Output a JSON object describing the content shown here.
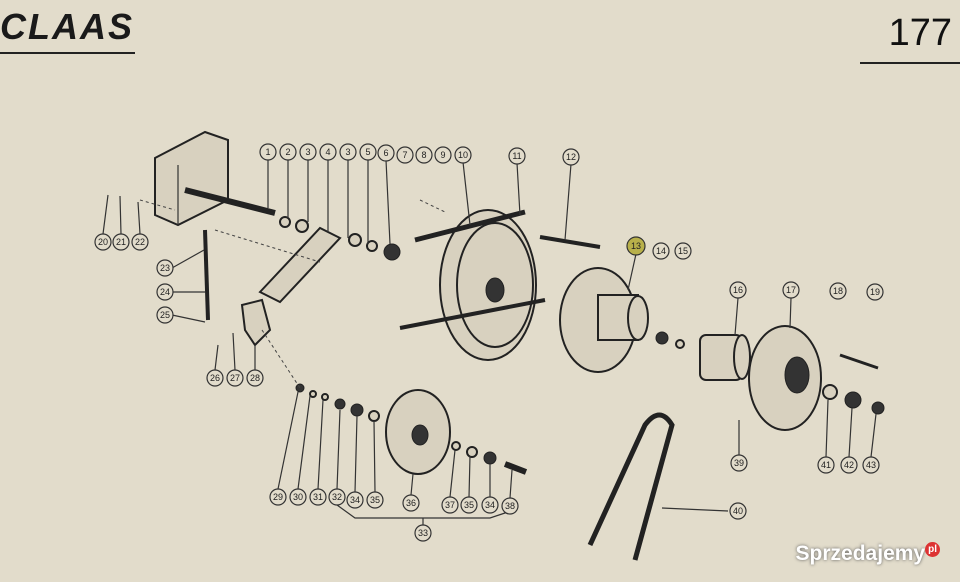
{
  "header": {
    "brand": "CLAAS",
    "page_number": "177"
  },
  "watermark": {
    "text": "Sprzedajemy",
    "suffix": "pl"
  },
  "part_labels": [
    "1",
    "2",
    "3",
    "4",
    "3",
    "5",
    "6",
    "7",
    "8",
    "9",
    "10",
    "11",
    "12",
    "13",
    "14",
    "15",
    "16",
    "17",
    "18",
    "19",
    "20",
    "21",
    "22",
    "23",
    "24",
    "25",
    "26",
    "27",
    "28",
    "29",
    "30",
    "31",
    "32",
    "34",
    "35",
    "36",
    "37",
    "35",
    "34",
    "38",
    "33",
    "39",
    "40",
    "41",
    "42",
    "43"
  ]
}
